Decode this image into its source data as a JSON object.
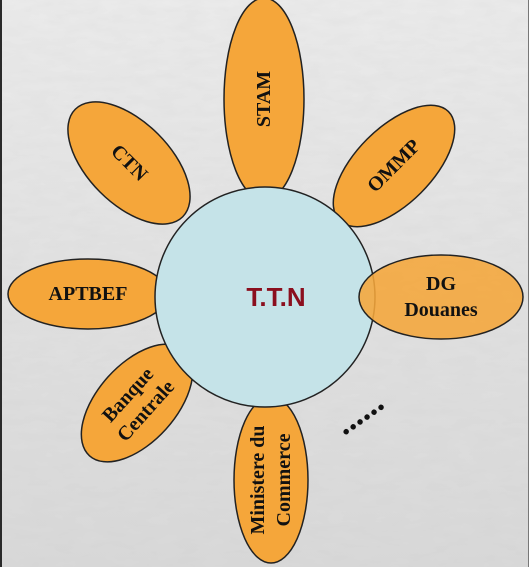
{
  "diagram": {
    "center": {
      "label": "T.T.N",
      "fill": "#c5e3e8",
      "text_color": "#8b0f1e"
    },
    "petal_fill": "#f5a63a",
    "petals": [
      {
        "id": "stam",
        "lines": [
          "STAM"
        ]
      },
      {
        "id": "ommp",
        "lines": [
          "OMMP"
        ]
      },
      {
        "id": "dg-douanes",
        "lines": [
          "DG",
          "Douanes"
        ]
      },
      {
        "id": "ministere-commerce",
        "lines": [
          "Ministere du",
          "Commerce"
        ]
      },
      {
        "id": "banque-centrale",
        "lines": [
          "Banque",
          "Centrale"
        ]
      },
      {
        "id": "aptbef",
        "lines": [
          "APTBEF"
        ]
      },
      {
        "id": "ctn",
        "lines": [
          "CTN"
        ]
      }
    ],
    "ellipsis": "......"
  }
}
